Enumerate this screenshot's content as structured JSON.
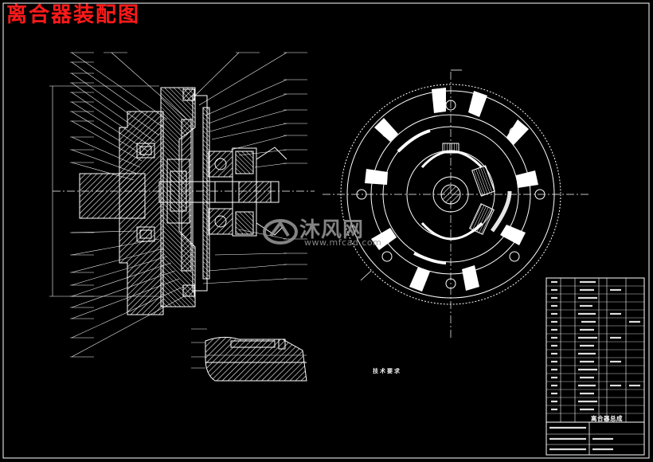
{
  "page_title": "离合器装配图",
  "watermark": {
    "brand": "沐风网",
    "url": "www.mfcad.com"
  },
  "technical_requirements": {
    "title": "技术要求",
    "items": [
      "",
      "",
      "",
      "",
      ""
    ]
  },
  "title_block": {
    "drawing_name": "离合器总成"
  },
  "colors": {
    "background": "#000000",
    "lines": "#ffffff",
    "title": "#ff1a1a",
    "watermark": "#9a9a9a"
  }
}
